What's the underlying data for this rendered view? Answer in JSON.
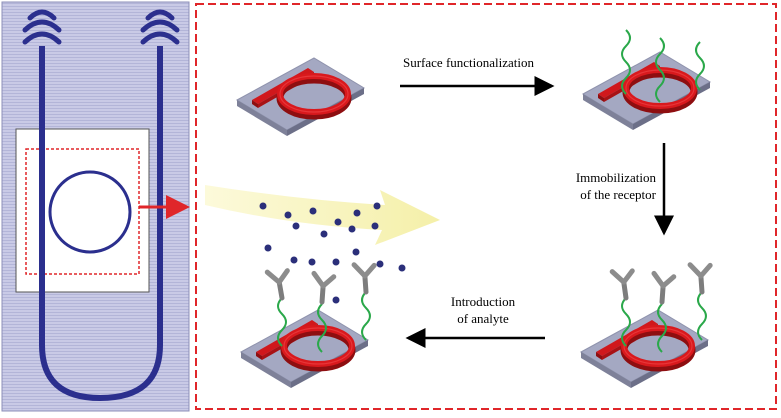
{
  "labels": {
    "step1": "Surface functionalization",
    "step2_line1": "Immobilization",
    "step2_line2": "of the receptor",
    "step3_line1": "Introduction",
    "step3_line2": "of analyte"
  },
  "colors": {
    "left_panel_bg": "#c9cae6",
    "waveguide": "#2b2f8e",
    "dashed_border": "#e0262a",
    "ring_red": "#d0181c",
    "chip_gray": "#9ea2bc",
    "receptor_green": "#2aa84a",
    "antibody_gray": "#8c8c8c",
    "analyte_navy": "#2b2f7a",
    "flow_yellow": "#f7f2a8"
  },
  "icons": {
    "arrow": "arrow-icon",
    "antibody": "antibody-icon",
    "receptor": "receptor-strand-icon",
    "analyte": "analyte-particle-icon"
  }
}
